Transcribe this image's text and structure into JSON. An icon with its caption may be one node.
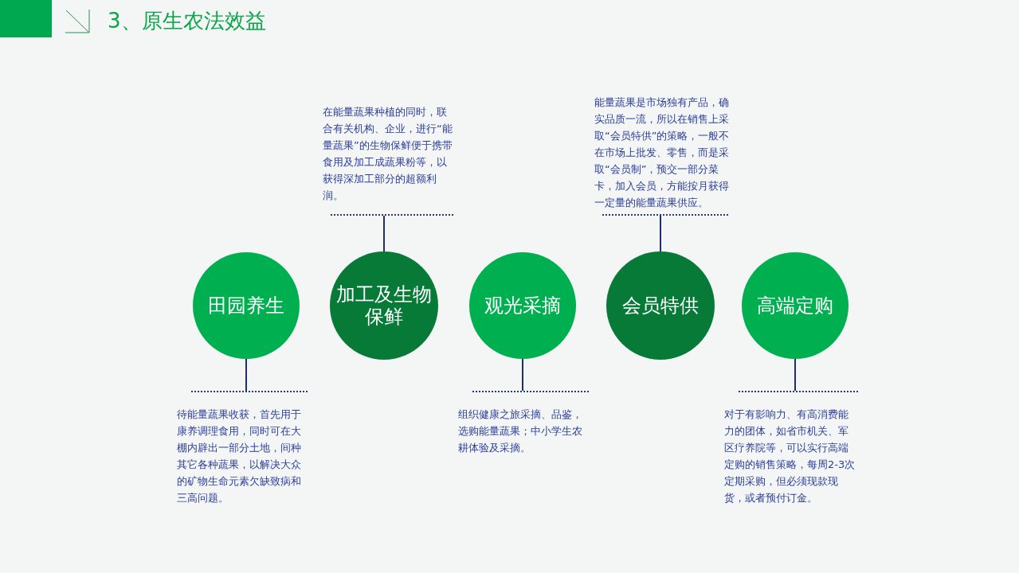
{
  "diagram": {
    "title": "3、原生农法效益",
    "nodes": [
      {
        "text": [
          "田园养生"
        ]
      },
      {
        "text": [
          "加工及生物保鲜"
        ]
      },
      {
        "text": [
          "观光采摘"
        ]
      },
      {
        "text": [
          "会员特供"
        ]
      },
      {
        "text": [
          "高端定购"
        ]
      },
      {
        "text": [
          "待能量蔬果收获，首先用于康养调理食用，同时可在大棚内辟出一部分土地，间种其它各种蔬果，以解决大众的矿物生命元素欠缺致病和三高问题。"
        ]
      },
      {
        "text": [
          "在能量蔬果种植的同时，联合有关机构、企业，进行“能量蔬果”的生物保鲜便于携带食用及加工成蔬果粉等，以获得深加工部分的超额利润。"
        ]
      },
      {
        "text": [
          "组织健康之旅采摘、品鉴，选购能量蔬果；中小学生农耕体验及采摘。"
        ]
      },
      {
        "text": [
          "能量蔬果是市场独有产品，确实品质一流，所以在销售上采取“会员特供”的策略，一般不在市场上批发、零售，而是采取“会员制”，预交一部分菜卡，加入会员，方能按月获得一定量的能量蔬果供应。"
        ]
      },
      {
        "text": [
          "对于有影响力、有高消费能力的团体，如省市机关、军区疗养院等，可以实行高端定购的销售策略，每周2-3次定期采购，但必须现款现货，或者预付订金。"
        ]
      }
    ],
    "edges": [
      {
        "from": 5,
        "to": 0,
        "arrow": "none"
      },
      {
        "from": 6,
        "to": 1,
        "arrow": "none"
      },
      {
        "from": 7,
        "to": 2,
        "arrow": "none"
      },
      {
        "from": 8,
        "to": 3,
        "arrow": "none"
      },
      {
        "from": 9,
        "to": 4,
        "arrow": "none"
      }
    ]
  }
}
